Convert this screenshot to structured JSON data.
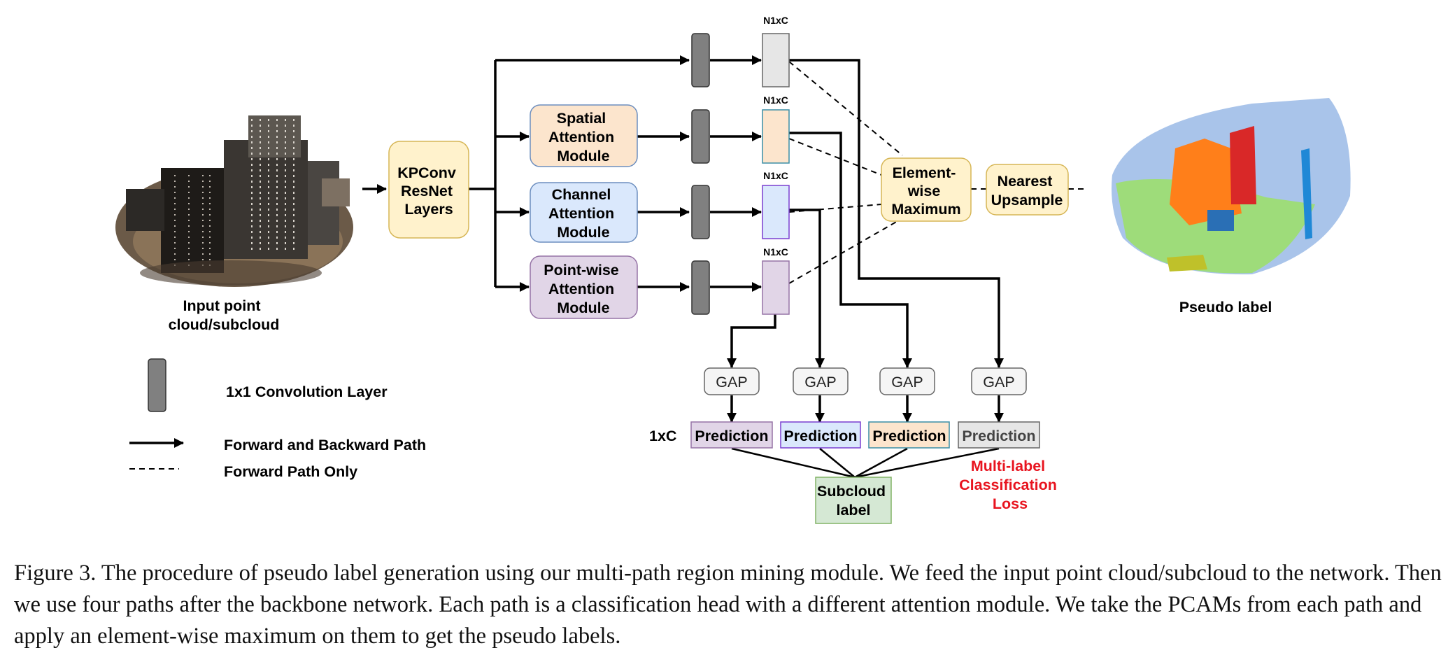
{
  "figure": {
    "input_label": [
      "Input point",
      "cloud/subcloud"
    ],
    "output_label": "Pseudo label",
    "backbone": [
      "KPConv",
      "ResNet",
      "Layers"
    ],
    "modules": {
      "spatial": [
        "Spatial",
        "Attention",
        "Module"
      ],
      "channel": [
        "Channel",
        "Attention",
        "Module"
      ],
      "pointwise": [
        "Point-wise",
        "Attention",
        "Module"
      ]
    },
    "feature_dim": "N1xC",
    "merge": [
      "Element-",
      "wise",
      "Maximum"
    ],
    "upsample": [
      "Nearest",
      "Upsample"
    ],
    "gap": "GAP",
    "prediction": "Prediction",
    "pred_dim": "1xC",
    "subcloud_label": [
      "Subcloud",
      "label"
    ],
    "loss": [
      "Multi-label",
      "Classification",
      "Loss"
    ],
    "legend": {
      "conv": "1x1 Convolution Layer",
      "solid": "Forward and Backward Path",
      "dashed": "Forward Path Only"
    },
    "colors": {
      "backbone": "#FFF2CC",
      "spatial": "#FCE5CD",
      "channel": "#DAE8FC",
      "pointwise": "#E1D5E7",
      "plain": "#E6E6E6",
      "subcloud": "#D5E8D4",
      "loss": "#E8141F"
    }
  },
  "caption": "Figure 3. The procedure of pseudo label generation using our multi-path region mining module. We feed the input point cloud/subcloud to the network. Then we use four paths after the backbone network. Each path is a classification head with a different attention module. We take the PCAMs from each path and apply an element-wise maximum on them to get the pseudo labels."
}
